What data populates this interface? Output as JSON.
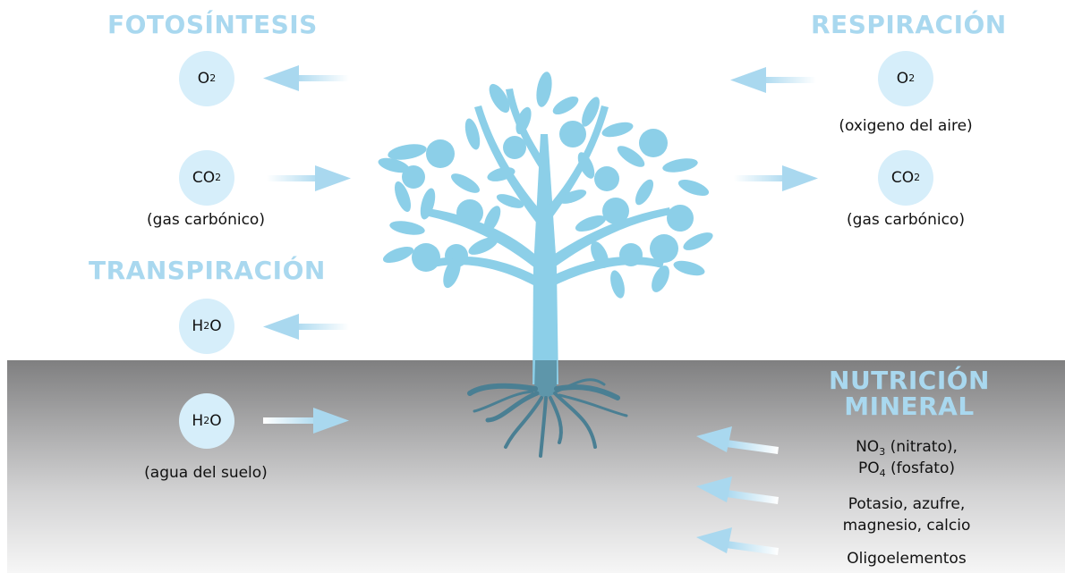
{
  "sections": {
    "fotosintesis": "FOTOSÍNTESIS",
    "respiracion": "RESPIRACIÓN",
    "transpiracion": "TRANSPIRACIÓN",
    "nutricion_line1": "NUTRICIÓN",
    "nutricion_line2": "MINERAL"
  },
  "molecules": {
    "o2_base": "O",
    "o2_sub": "2",
    "co2_base": "CO",
    "co2_sub": "2",
    "h2o_pre": "H",
    "h2o_sub": "2",
    "h2o_post": "O"
  },
  "labels": {
    "gas_carbonico_left": "(gas carbónico)",
    "gas_carbonico_right": "(gas carbónico)",
    "oxigeno_aire": "(oxigeno del aire)",
    "agua_suelo": "(agua del suelo)"
  },
  "minerals": {
    "no3_base": "NO",
    "no3_sub": "3",
    "no3_name": " (nitrato),",
    "po4_base": "PO",
    "po4_sub": "4",
    "po4_name": " (fosfato)",
    "line_potasio": "Potasio, azufre,",
    "line_magnesio": "magnesio, calcio",
    "line_oligo": "Oligoelementos"
  },
  "colors": {
    "accent": "#a9d8ef",
    "tree": "#8ccfe8",
    "bubble": "#d6eefa",
    "soil_top": "#7f7f80",
    "roots": "#4a7f93"
  }
}
